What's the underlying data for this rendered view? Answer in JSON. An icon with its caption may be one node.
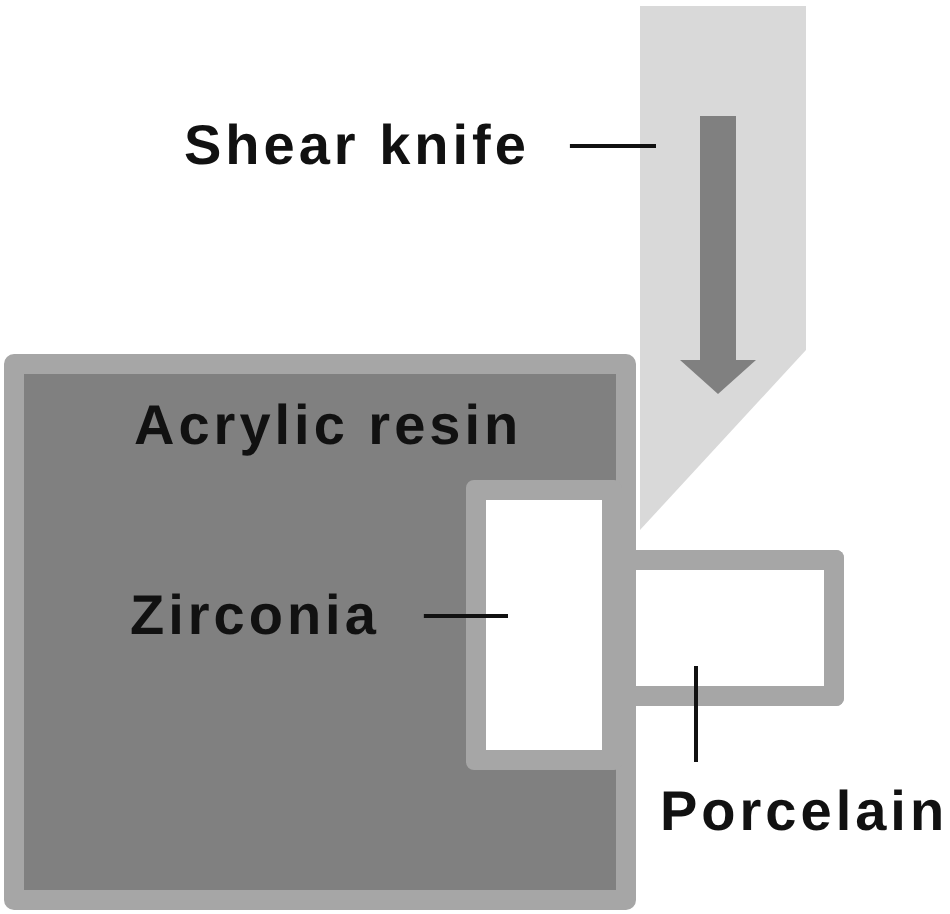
{
  "diagram": {
    "nodes": [
      {
        "text": [
          "Shear knife"
        ]
      },
      {
        "text": [],
        "shape": "blade"
      },
      {
        "text": [
          "Acrylic resin"
        ]
      },
      {
        "text": [
          "Zirconia"
        ],
        "in": 2
      },
      {
        "text": [],
        "shape": "box",
        "in": 2
      },
      {
        "text": [],
        "shape": "box"
      },
      {
        "text": [
          "Porcelain"
        ]
      }
    ],
    "edges": [
      {
        "from": 0,
        "to": 1,
        "arrow": "none"
      },
      {
        "from": 3,
        "to": 4,
        "arrow": "none"
      },
      {
        "from": 6,
        "to": 5,
        "arrow": "none"
      }
    ]
  }
}
